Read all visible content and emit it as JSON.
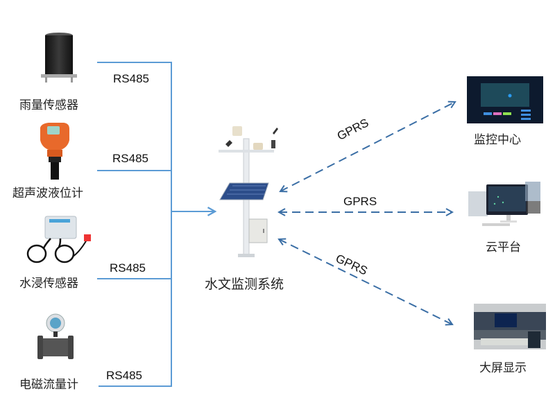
{
  "diagram": {
    "title": "水文监测系统",
    "colors": {
      "bus_line": "#5b9bd5",
      "gprs_arrow": "#3a6ea5",
      "text": "#222222"
    },
    "sensors": [
      {
        "id": "rain",
        "label": "雨量传感器",
        "icon": "rain-gauge-icon",
        "protocol": "RS485"
      },
      {
        "id": "ultrasonic",
        "label": "超声波液位计",
        "icon": "ultrasonic-level-meter-icon",
        "protocol": "RS485"
      },
      {
        "id": "water-leak",
        "label": "水浸传感器",
        "icon": "water-leak-sensor-icon",
        "protocol": "RS485"
      },
      {
        "id": "flowmeter",
        "label": "电磁流量计",
        "icon": "electromagnetic-flowmeter-icon",
        "protocol": "RS485"
      }
    ],
    "center": {
      "label": "水文监测系统",
      "icon": "monitoring-station-icon"
    },
    "outputs": [
      {
        "id": "monitor",
        "label": "监控中心",
        "icon": "monitoring-screen-icon",
        "protocol": "GPRS"
      },
      {
        "id": "cloud",
        "label": "云平台",
        "icon": "cloud-platform-computer-icon",
        "protocol": "GPRS"
      },
      {
        "id": "bigscreen",
        "label": "大屏显示",
        "icon": "big-screen-control-room-icon",
        "protocol": "GPRS"
      }
    ]
  }
}
